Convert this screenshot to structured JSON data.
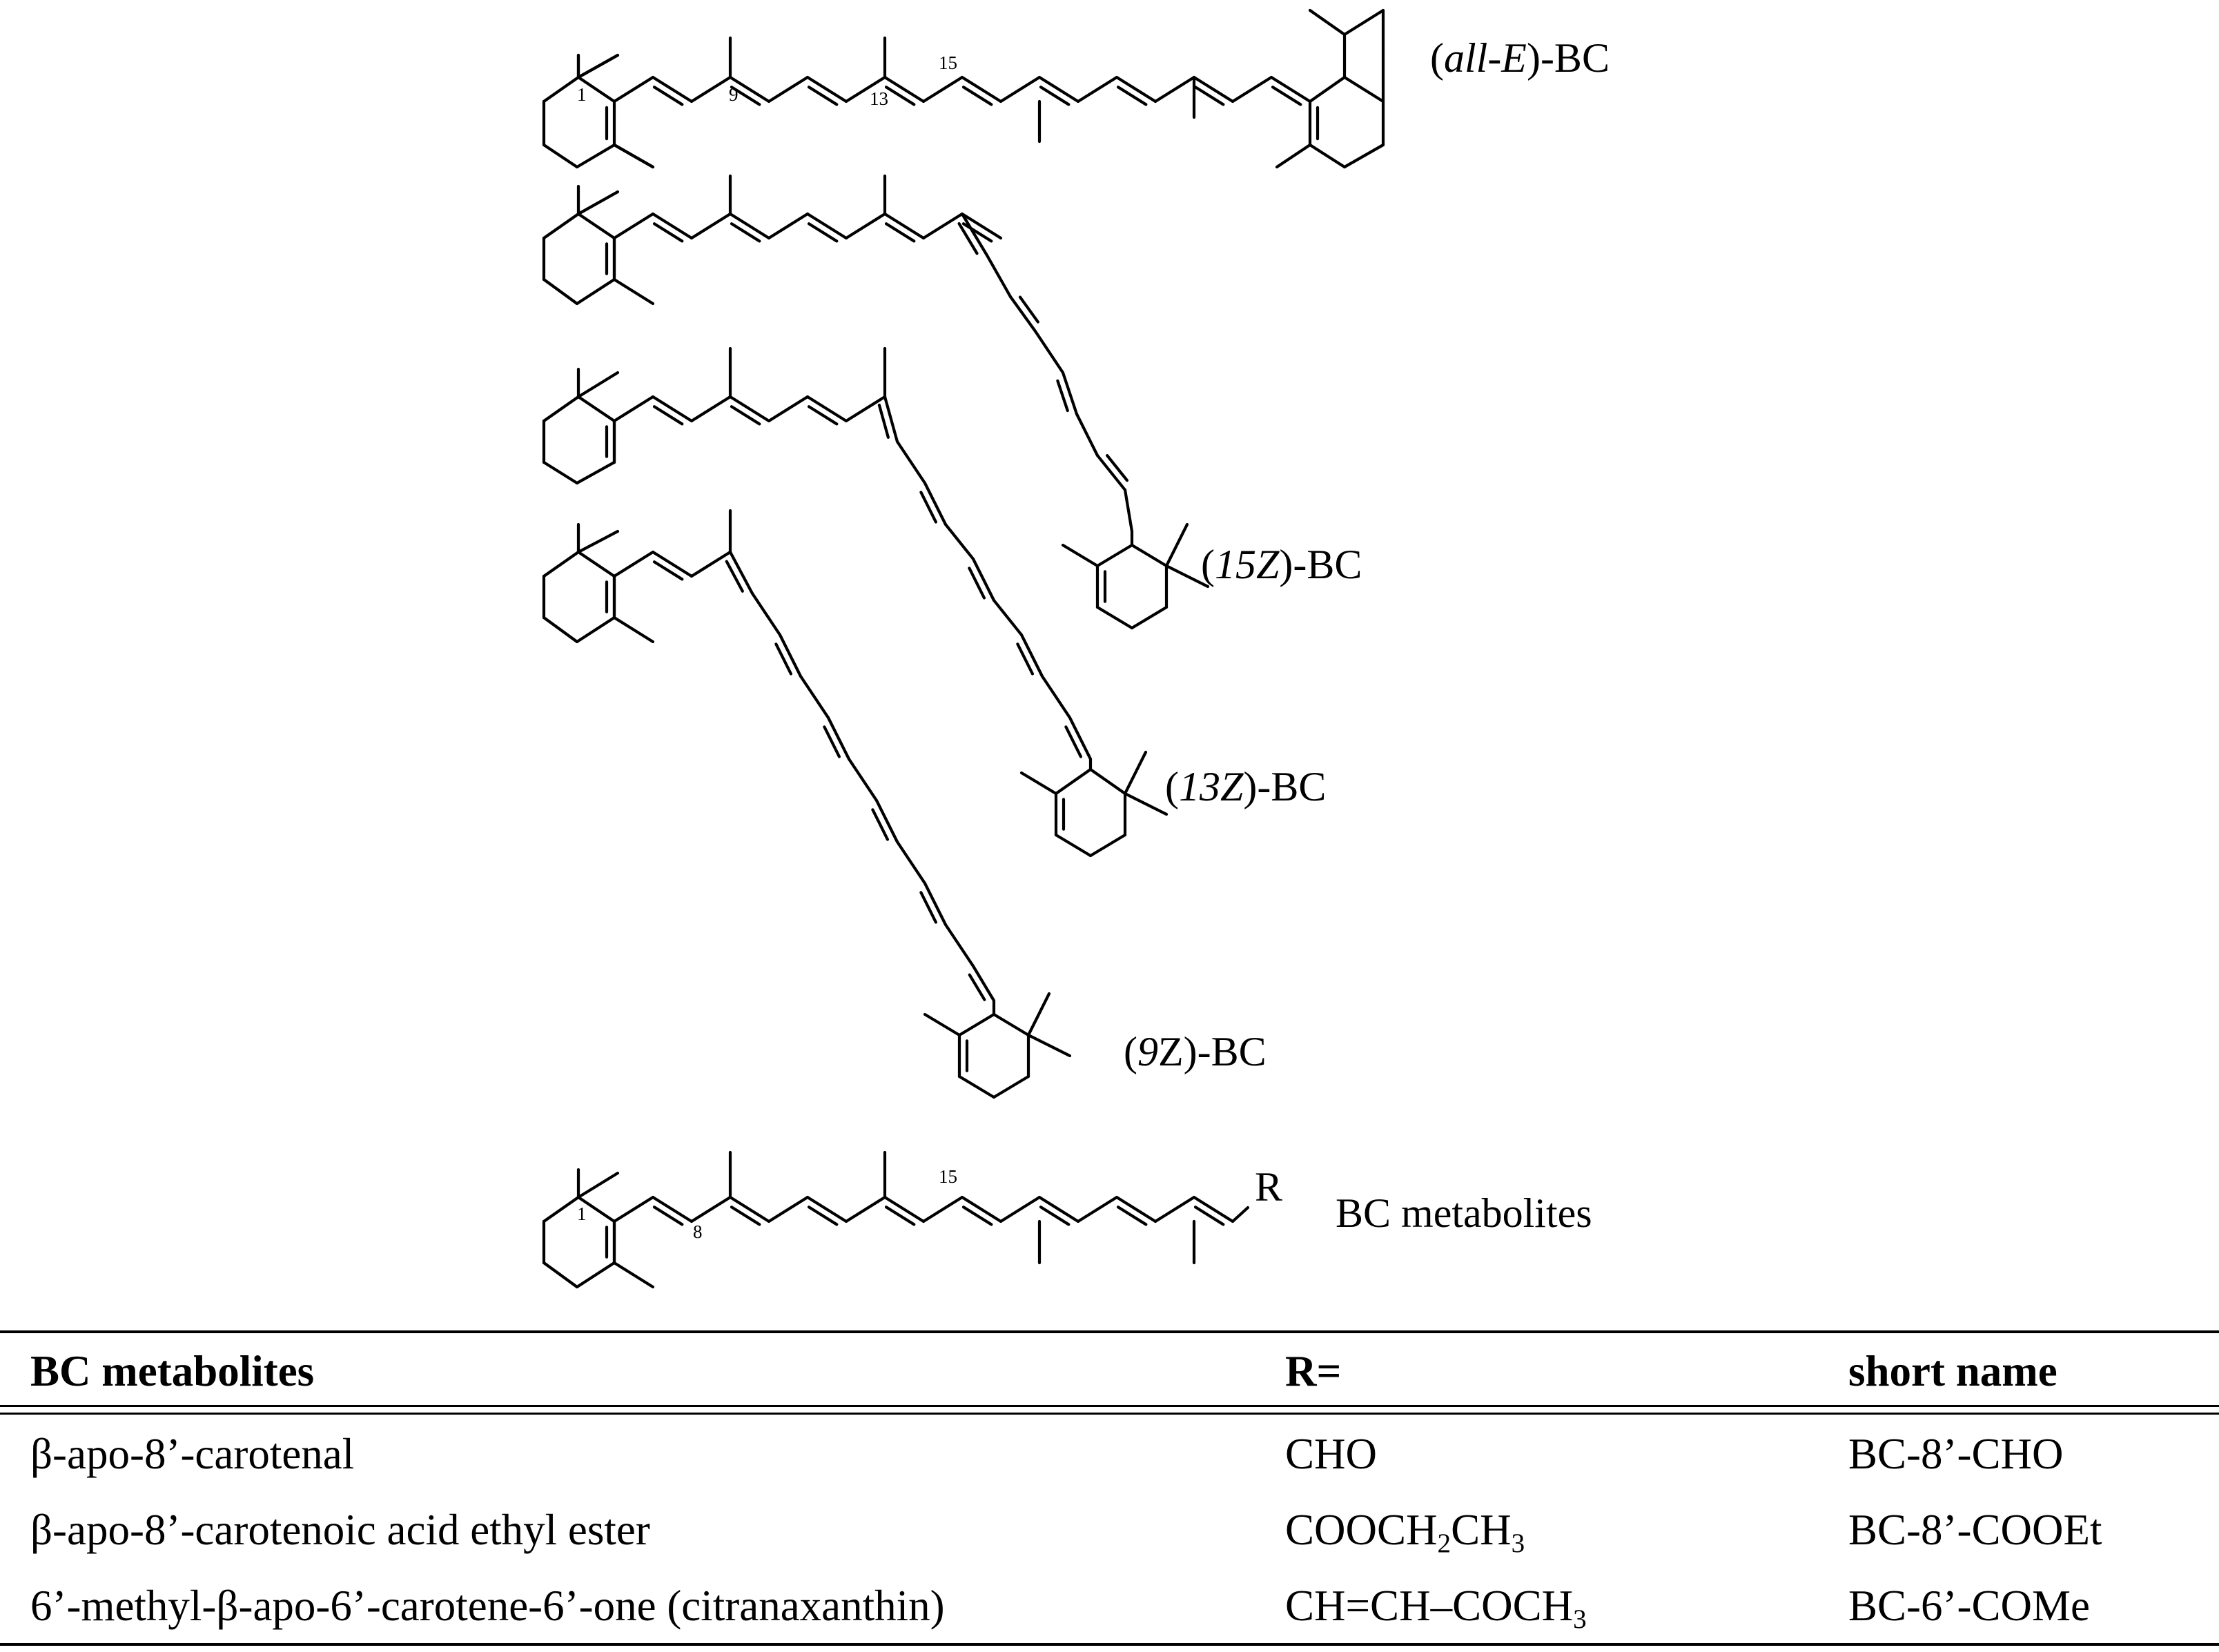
{
  "figure": {
    "structures": [
      {
        "name": "(all-E)-BC",
        "label_paren_open": "(",
        "label_italic": "all-E",
        "label_suffix": ")-BC",
        "locants": [
          {
            "text": "1"
          },
          {
            "text": "9"
          },
          {
            "text": "13"
          },
          {
            "text": "15"
          }
        ]
      },
      {
        "name": "(15Z)-BC",
        "label_paren_open": "(",
        "label_italic": "15Z",
        "label_suffix": ")-BC"
      },
      {
        "name": "(13Z)-BC",
        "label_paren_open": "(",
        "label_italic": "13Z",
        "label_suffix": ")-BC"
      },
      {
        "name": "(9Z)-BC",
        "label_paren_open": "(",
        "label_italic": "9",
        "label_suffix": "Z)-BC"
      },
      {
        "name": "BC metabolites",
        "label": "BC metabolites",
        "substituent": "R",
        "locants": [
          {
            "text": "1"
          },
          {
            "text": "8"
          },
          {
            "text": "15"
          }
        ]
      }
    ]
  },
  "table": {
    "headers": [
      "BC metabolites",
      "R=",
      "short name"
    ],
    "rows": [
      {
        "metabolite": "β-apo-8’-carotenal",
        "r": [
          {
            "t": "CHO"
          }
        ],
        "short": "BC-8’-CHO"
      },
      {
        "metabolite": "β-apo-8’-carotenoic acid ethyl ester",
        "r": [
          {
            "t": "COOCH"
          },
          {
            "t": "2",
            "sub": true
          },
          {
            "t": "CH"
          },
          {
            "t": "3",
            "sub": true
          }
        ],
        "short": "BC-8’-COOEt"
      },
      {
        "metabolite": "6’-methyl-β-apo-6’-carotene-6’-one (citranaxanthin)",
        "r": [
          {
            "t": "CH=CH–COCH"
          },
          {
            "t": "3",
            "sub": true
          }
        ],
        "short": "BC-6’-COMe"
      }
    ]
  }
}
